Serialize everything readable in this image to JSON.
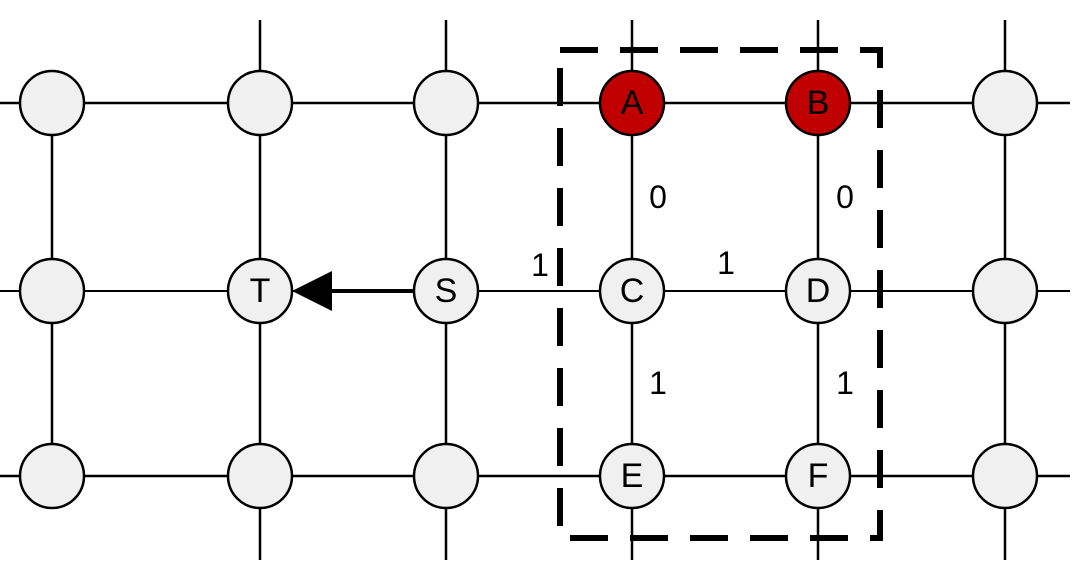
{
  "colors": {
    "node_default": "#f0f0f0",
    "node_highlight": "#c00000",
    "stroke": "#000000"
  },
  "nodes": {
    "A": {
      "label": "A",
      "highlight": true
    },
    "B": {
      "label": "B",
      "highlight": true
    },
    "C": {
      "label": "C",
      "highlight": false
    },
    "D": {
      "label": "D",
      "highlight": false
    },
    "E": {
      "label": "E",
      "highlight": false
    },
    "F": {
      "label": "F",
      "highlight": false
    },
    "S": {
      "label": "S",
      "highlight": false
    },
    "T": {
      "label": "T",
      "highlight": false
    }
  },
  "edge_weights": {
    "A_C": "0",
    "B_D": "0",
    "S_C": "1",
    "C_D": "1",
    "C_E": "1",
    "D_F": "1"
  },
  "arrow": {
    "from": "S",
    "to": "T"
  }
}
